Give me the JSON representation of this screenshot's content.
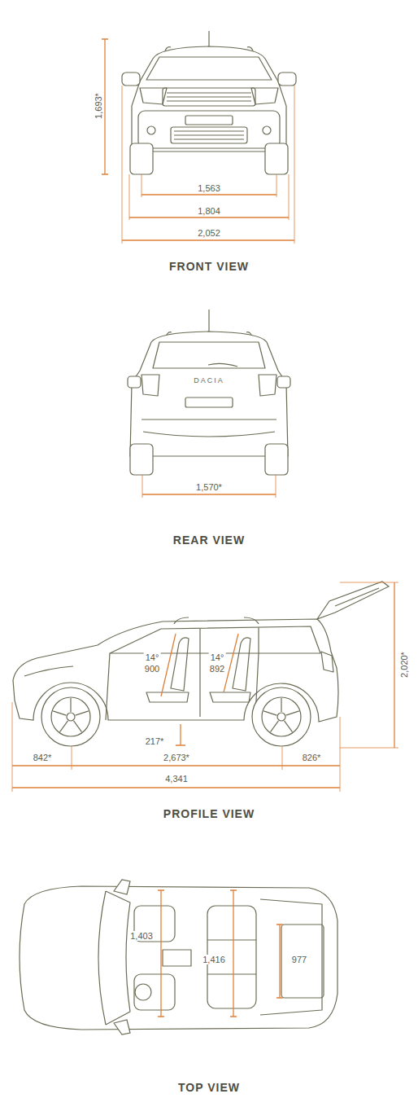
{
  "diagram": {
    "labels": [
      "1,693*",
      "1,563",
      "1,804",
      "2,052",
      "FRONT VIEW",
      "DACIA",
      "1,570*",
      "REAR VIEW",
      "14°",
      "900",
      "14°",
      "892",
      "2,020*",
      "217*",
      "842*",
      "2,673*",
      "826*",
      "4,341",
      "PROFILE VIEW",
      "1,403",
      "1,416",
      "977",
      "TOP VIEW"
    ]
  }
}
